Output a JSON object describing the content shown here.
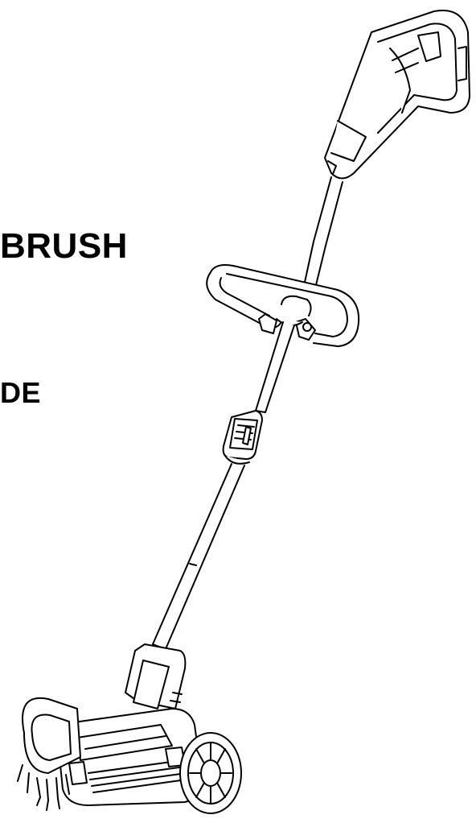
{
  "headings": {
    "line1": "BRUSH",
    "line2": "DE"
  },
  "illustration": {
    "subject": "cordless-weed-brush-tool",
    "stroke_color": "#000000",
    "fill_color": "#ffffff"
  }
}
